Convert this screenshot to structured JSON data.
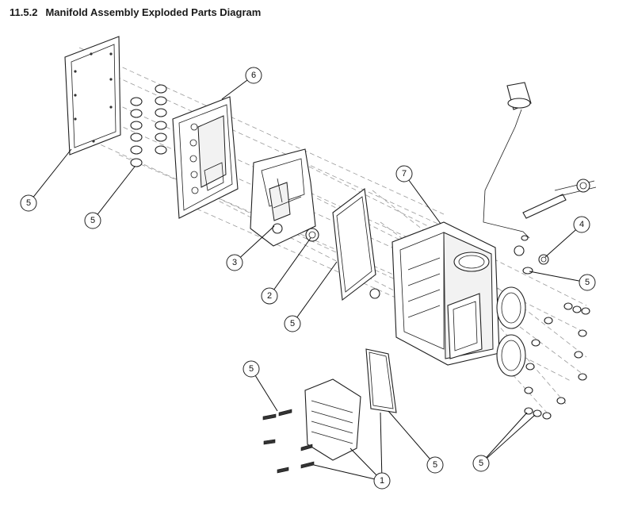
{
  "heading": {
    "number": "11.5.2",
    "title": "Manifold Assembly Exploded Parts Diagram"
  },
  "callouts": [
    "1",
    "2",
    "3",
    "4",
    "5",
    "6",
    "7"
  ]
}
